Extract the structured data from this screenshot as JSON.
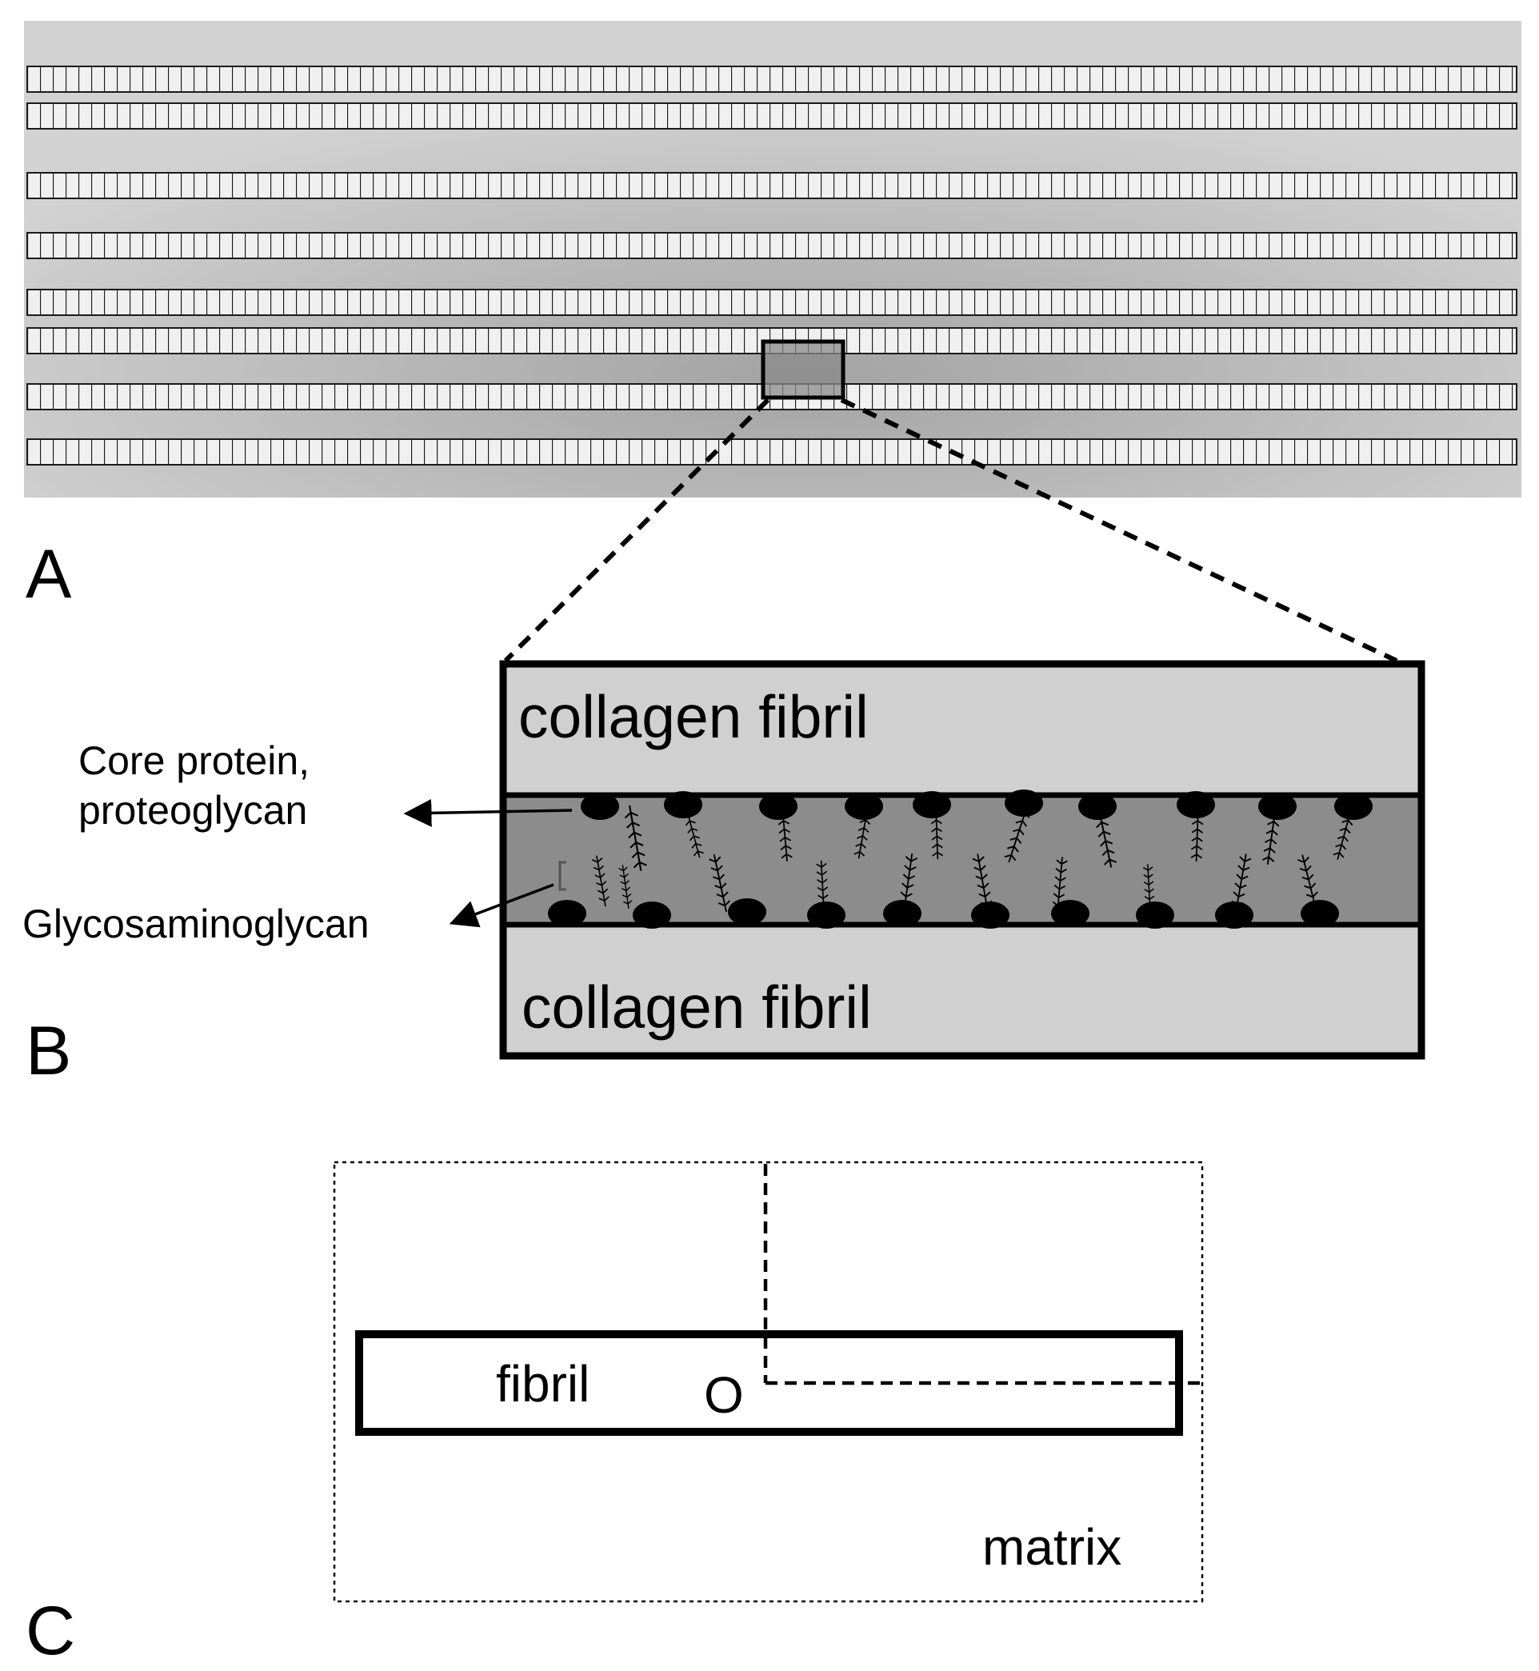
{
  "panel_labels": {
    "a": "A",
    "b": "B",
    "c": "C"
  },
  "panel_b": {
    "fibril_top_label": "collagen fibril",
    "fibril_bottom_label": "collagen fibril",
    "core_protein_label_line1": "Core protein,",
    "core_protein_label_line2": "proteoglycan",
    "gag_label": "Glycosaminoglycan"
  },
  "panel_c": {
    "fibril_label": "fibril",
    "origin_label": "O",
    "matrix_label": "matrix"
  },
  "colors": {
    "background": "#ffffff",
    "panel_a_fill": "#cdcdcd",
    "fibril_fill": "#d0d0d0",
    "matrix_gap_fill": "#8c8c8c",
    "ink": "#000000"
  }
}
